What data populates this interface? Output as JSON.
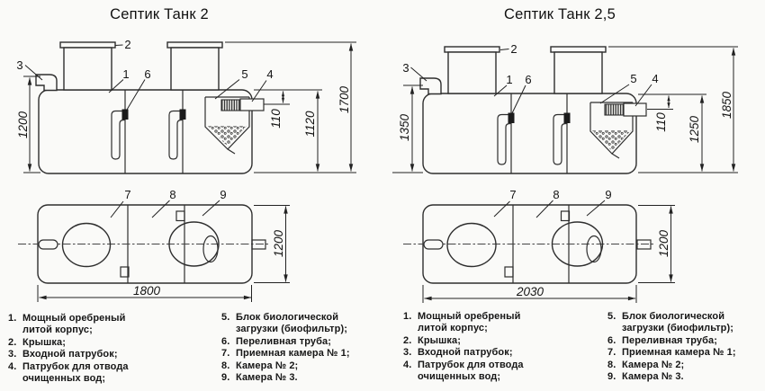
{
  "left": {
    "title": "Септик Танк 2",
    "dims": {
      "inlet_height": "1200",
      "outlet_top": "110",
      "body_height": "1120",
      "total_height": "1700",
      "length": "1800",
      "width": "1200"
    }
  },
  "right": {
    "title": "Септик Танк 2,5",
    "dims": {
      "inlet_height": "1350",
      "outlet_top": "110",
      "body_height": "1250",
      "total_height": "1850",
      "length": "2030",
      "width": "1200"
    }
  },
  "callouts": {
    "c1": "1",
    "c2": "2",
    "c3": "3",
    "c4": "4",
    "c5": "5",
    "c6": "6",
    "c7": "7",
    "c8": "8",
    "c9": "9"
  },
  "legend": {
    "col1": [
      {
        "num": "1.",
        "lines": [
          "Мощный оребреный",
          "литой корпус;"
        ]
      },
      {
        "num": "2.",
        "lines": [
          "Крышка;"
        ]
      },
      {
        "num": "3.",
        "lines": [
          "Входной патрубок;"
        ]
      },
      {
        "num": "4.",
        "lines": [
          "Патрубок для отвода",
          "очищенных вод;"
        ]
      }
    ],
    "col2": [
      {
        "num": "5.",
        "lines": [
          "Блок биологической",
          "загрузки (биофильтр);"
        ]
      },
      {
        "num": "6.",
        "lines": [
          "Переливная труба;"
        ]
      },
      {
        "num": "7.",
        "lines": [
          "Приемная камера № 1;"
        ]
      },
      {
        "num": "8.",
        "lines": [
          "Камера № 2;"
        ]
      },
      {
        "num": "9.",
        "lines": [
          "Камера № 3."
        ]
      }
    ]
  }
}
